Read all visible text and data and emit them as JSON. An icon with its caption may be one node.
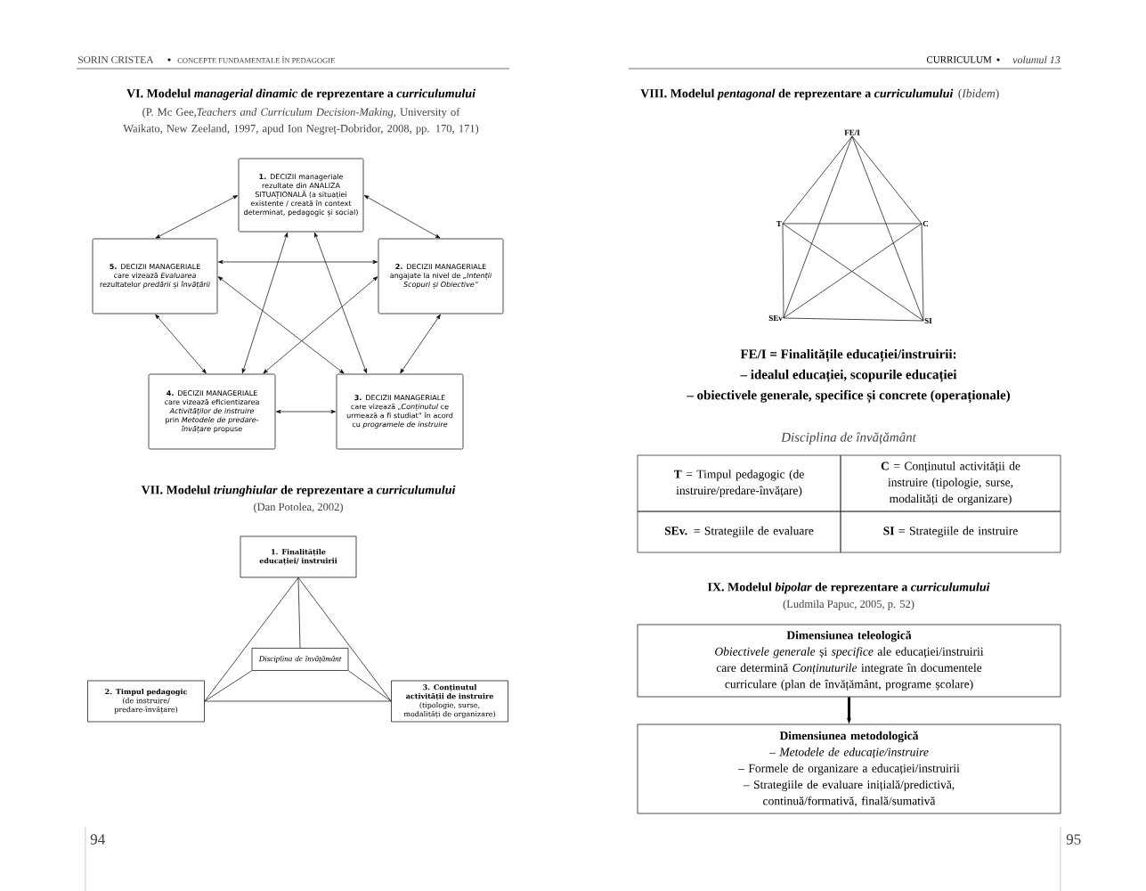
{
  "diagram": {
    "nodes": [
      {
        "text": [
          "**1.** DECIZII manageriale rezultate din ANALIZA SITUAȚIONALĂ (a situației existente / creată în context determinat, pedagogic și social)"
        ]
      },
      {
        "text": [
          "**5.** DECIZII MANAGERIALE care vizează *Evaluarea* rezultatelor *predării* și *învățării*"
        ]
      },
      {
        "text": [
          "**2.** DECIZII MANAGERIALE angajate la nivel de *„Intenții Scopuri și Obiective”*"
        ]
      },
      {
        "text": [
          "**4.** DECIZII MANAGERIALE care vizează eficientizarea *Activităților de instruire* prin *Metodele de predare-învățare* propuse"
        ]
      },
      {
        "text": [
          "**3.** DECIZII MANAGERIALE care vizează *„Conținutul* ce urmează a fi studiat” în acord cu *programele de instruire*"
        ]
      },
      {
        "text": [
          "1. Finalitățile educației/ instruirii"
        ]
      },
      {
        "text": [
          "Disciplina de învățământ"
        ]
      },
      {
        "text": [
          "2. Timpul pedagogic",
          "(de instruire/ predare-învățare)"
        ]
      },
      {
        "text": [
          "3. Conținutul activității de instruire",
          "(tipologie, surse, modalități de organizare)"
        ]
      },
      {
        "text": [
          "FE/I"
        ]
      },
      {
        "text": [
          "T"
        ]
      },
      {
        "text": [
          "C"
        ]
      },
      {
        "text": [
          "SEv"
        ]
      },
      {
        "text": [
          "SI"
        ]
      },
      {
        "text": [
          "Dimensiunea teleologică",
          "*Obiectivele generale* și *specifice* ale educației/instruirii care determină *Conținuturile* integrate în documentele curriculare (plan de învățământ, programe școlare)"
        ]
      },
      {
        "text": [
          "Dimensiunea metodologică",
          "– *Metodele de educație/instruire*",
          "– Formele de organizare a educației/instruirii",
          "– Strategiile de evaluare inițială/predictivă, continuă/formativă, finală/sumativă"
        ]
      }
    ],
    "edges": [
      {
        "from": 0,
        "to": 1,
        "arrow": "both"
      },
      {
        "from": 0,
        "to": 2,
        "arrow": "both"
      },
      {
        "from": 1,
        "to": 2,
        "arrow": "both"
      },
      {
        "from": 1,
        "to": 3,
        "arrow": "both"
      },
      {
        "from": 2,
        "to": 4,
        "arrow": "both"
      },
      {
        "from": 3,
        "to": 4,
        "arrow": "both"
      },
      {
        "from": 0,
        "to": 3,
        "arrow": "both"
      },
      {
        "from": 0,
        "to": 4,
        "arrow": "both"
      },
      {
        "from": 1,
        "to": 4,
        "arrow": "both"
      },
      {
        "from": 2,
        "to": 3,
        "arrow": "both"
      },
      {
        "from": 5,
        "to": 7,
        "arrow": "none"
      },
      {
        "from": 5,
        "to": 8,
        "arrow": "none"
      },
      {
        "from": 5,
        "to": 6,
        "arrow": "none"
      },
      {
        "from": 7,
        "to": 8,
        "arrow": "none"
      },
      {
        "from": 6,
        "to": 7,
        "arrow": "none"
      },
      {
        "from": 6,
        "to": 8,
        "arrow": "none"
      },
      {
        "from": 9,
        "to": 10,
        "arrow": "none"
      },
      {
        "from": 9,
        "to": 11,
        "arrow": "none"
      },
      {
        "from": 9,
        "to": 12,
        "arrow": "none"
      },
      {
        "from": 9,
        "to": 13,
        "arrow": "none"
      },
      {
        "from": 10,
        "to": 11,
        "arrow": "none"
      },
      {
        "from": 10,
        "to": 12,
        "arrow": "none"
      },
      {
        "from": 10,
        "to": 13,
        "arrow": "none"
      },
      {
        "from": 11,
        "to": 12,
        "arrow": "none"
      },
      {
        "from": 11,
        "to": 13,
        "arrow": "none"
      },
      {
        "from": 12,
        "to": 13,
        "arrow": "none"
      },
      {
        "from": 14,
        "to": 15,
        "arrow": "to",
        "style": "thick"
      }
    ],
    "labels": [
      "SORIN CRISTEA",
      "CONCEPTE FUNDAMENTALE ÎN PEDAGOGIE",
      "VI. Modelul *managerial dinamic* de reprezentare a *curriculumului*",
      "(P. Mc Gee,*Teachers and Curriculum Decision-Making*, University of Waikato, New Zeeland, 1997, apud Ion Negreț-Dobridor, 2008, pp. 170, 171)",
      "VII. Modelul *triunghiular* de reprezentare a *curriculumului*",
      "(Dan Potolea, 2002)",
      "94",
      "CURRICULUM",
      "volumul 13",
      "VIII. Modelul *pentagonal* de reprezentare a *curriculumului*",
      "(*Ibidem*)",
      "FE/I = Finalitățile educației/instruirii:",
      "– idealul educației, scopurile educației",
      "– obiectivele generale, specifice și concrete (operaționale)",
      "Disciplina de învățământ",
      "**T** = Timpul pedagogic (de instruire/predare-învățare)",
      "**C** = Conținutul activității de instruire (tipologie, surse, modalități de organizare)",
      "**SEv.** = Strategiile de evaluare",
      "**SI** = Strategiile de instruire",
      "IX. Modelul *bipolar* de reprezentare a *curriculumului*",
      "(Ludmila Papuc, 2005, p. 52)",
      "95"
    ]
  }
}
